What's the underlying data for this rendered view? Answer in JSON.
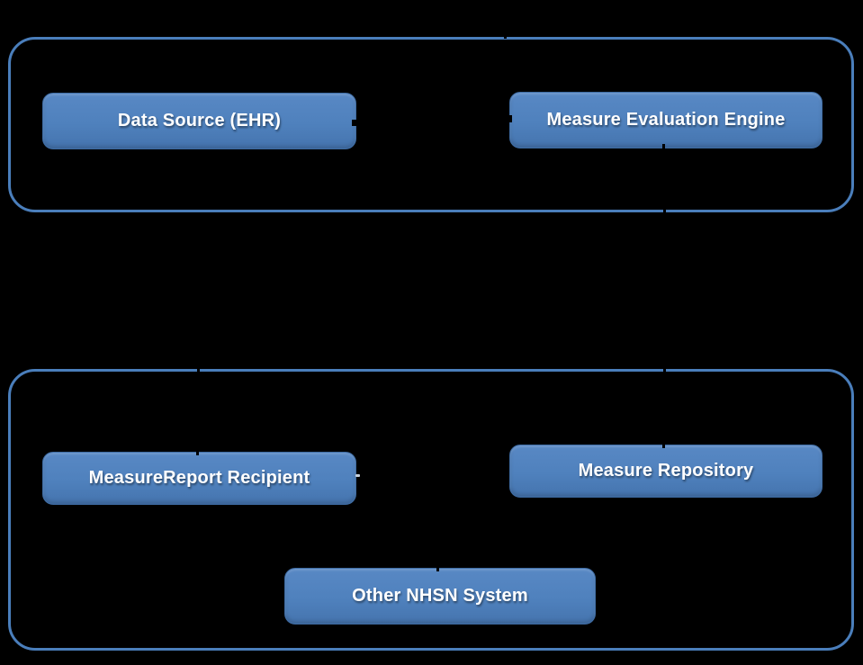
{
  "diagram": {
    "nodes": {
      "data_source": {
        "label": "Data Source (EHR)"
      },
      "measure_evaluation_engine": {
        "label": "Measure Evaluation Engine"
      },
      "measurereport_recipient": {
        "label": "MeasureReport Recipient"
      },
      "measure_repository": {
        "label": "Measure Repository"
      },
      "other_nhsn_system": {
        "label": "Other NHSN System"
      }
    }
  },
  "colors": {
    "background": "#000000",
    "container_border": "#4a7ebb",
    "node_fill": "#4f81bd",
    "node_fill_top": "#5888c4",
    "node_fill_bottom": "#4574ae",
    "node_border": "#3e6ca4",
    "node_text": "#ffffff",
    "connector": "#000000",
    "arrow_dash": "#c8d2de"
  }
}
